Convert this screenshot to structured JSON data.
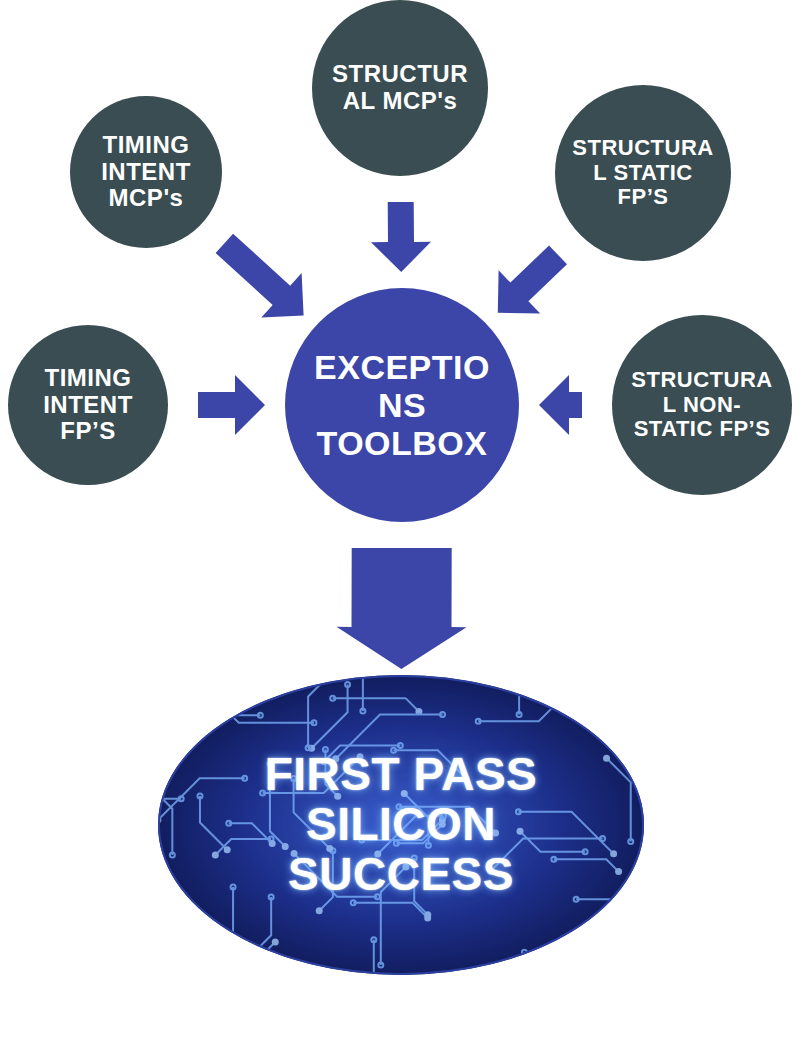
{
  "diagram": {
    "nodes": [
      {
        "text": [
          "STRUCTURAL MCP's"
        ]
      },
      {
        "text": [
          "TIMING INTENT MCP's"
        ]
      },
      {
        "text": [
          "STRUCTURAL STATIC FP’S"
        ]
      },
      {
        "text": [
          "TIMING INTENT FP’S"
        ]
      },
      {
        "text": [
          "EXCEPTIONS TOOLBOX"
        ]
      },
      {
        "text": [
          "STRUCTURAL NON-STATIC FP’S"
        ]
      },
      {
        "text": [
          "FIRST PASS SILICON SUCCESS"
        ]
      }
    ],
    "edges": [
      {
        "from": 0,
        "to": 4,
        "arrow": "to"
      },
      {
        "from": 1,
        "to": 4,
        "arrow": "to"
      },
      {
        "from": 2,
        "to": 4,
        "arrow": "to"
      },
      {
        "from": 3,
        "to": 4,
        "arrow": "to"
      },
      {
        "from": 5,
        "to": 4,
        "arrow": "to"
      },
      {
        "from": 4,
        "to": 6,
        "arrow": "to"
      }
    ]
  }
}
